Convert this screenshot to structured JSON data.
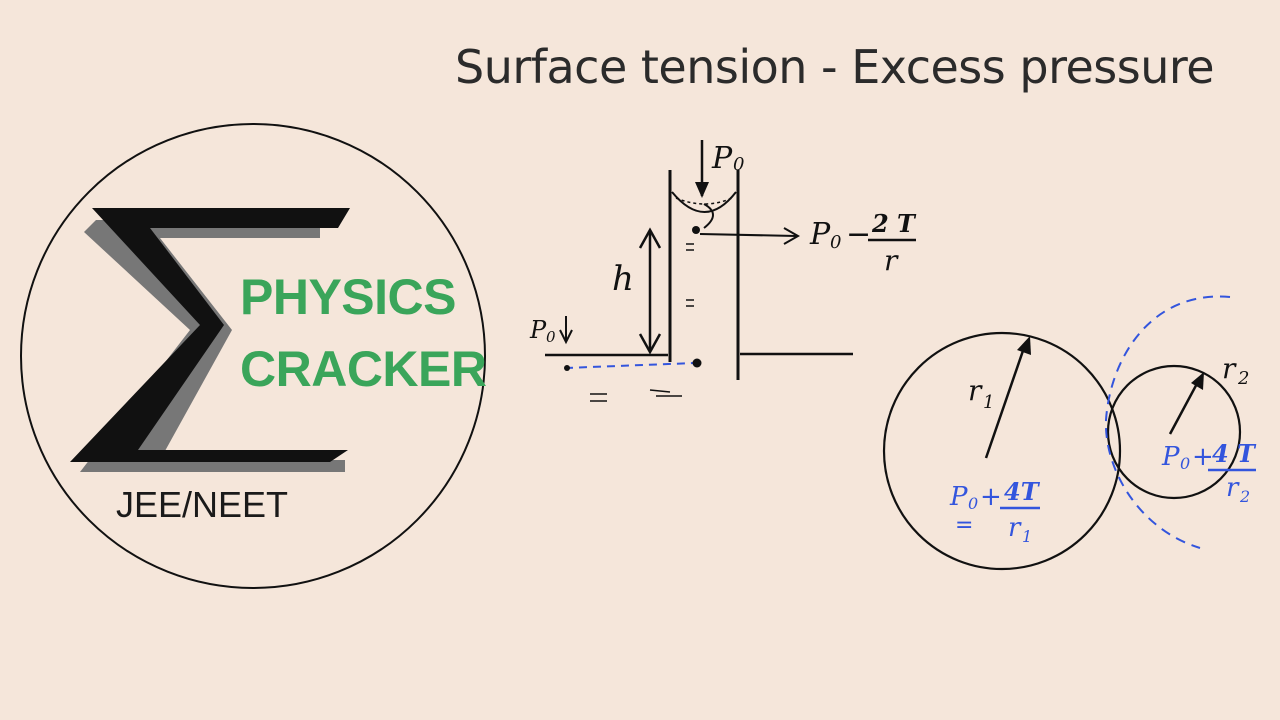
{
  "title": "Surface tension - Excess pressure",
  "logo": {
    "line1": "PHYSICS",
    "line2": "CRACKER",
    "subtitle": "JEE/NEET",
    "accent_color": "#3aa55a"
  },
  "capillary": {
    "p0_top": "P",
    "p0_top_sub": "0",
    "p0_left": "P",
    "p0_left_sub": "0",
    "height_label": "h",
    "pressure_expr_left": "P",
    "pressure_expr_sub": "0",
    "pressure_expr_minus": "−",
    "pressure_num": "2 T",
    "pressure_den": "r"
  },
  "bubbles": {
    "r1_label": "r",
    "r1_sub": "1",
    "r2_label": "r",
    "r2_sub": "2",
    "big_expr_left": "P",
    "big_expr_sub": "0",
    "big_expr_plus": "+",
    "big_num": "4T",
    "big_den": "r",
    "big_den_sub": "1",
    "big_eq": "=",
    "small_expr_left": "P",
    "small_expr_sub": "0",
    "small_expr_plus": "+",
    "small_num": "4 T",
    "small_den": "r",
    "small_den_sub": "2",
    "ink_blue": "#3355dd"
  }
}
